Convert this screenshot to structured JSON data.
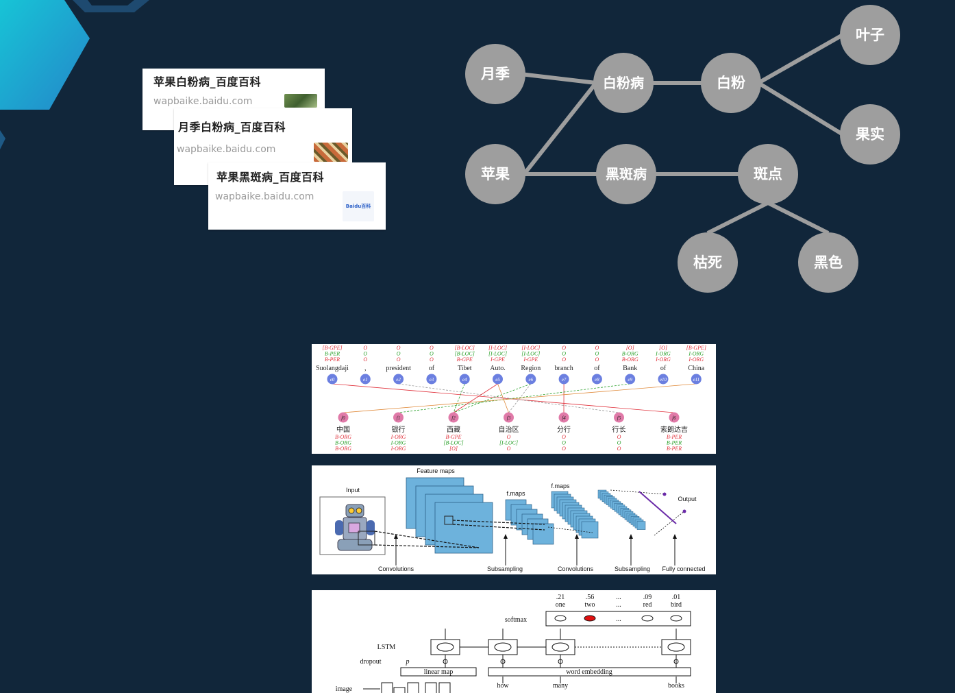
{
  "search_cards": [
    {
      "title": "苹果白粉病_百度百科",
      "url": "wapbaike.baidu.com",
      "thumb": "leaf-photo"
    },
    {
      "title": "月季白粉病_百度百科",
      "url": "wapbaike.baidu.com",
      "thumb": "flower-photo"
    },
    {
      "title": "苹果黑斑病_百度百科",
      "url": "wapbaike.baidu.com",
      "thumb": "baidu-baike-logo",
      "thumb_text": "Baidu百科"
    }
  ],
  "knowledge_graph": {
    "nodes": [
      {
        "id": "yueji",
        "label": "月季"
      },
      {
        "id": "pingguo",
        "label": "苹果"
      },
      {
        "id": "baifenbing",
        "label": "白粉病"
      },
      {
        "id": "heibanbing",
        "label": "黑斑病"
      },
      {
        "id": "baifen",
        "label": "白粉"
      },
      {
        "id": "bandian",
        "label": "斑点"
      },
      {
        "id": "yezi",
        "label": "叶子"
      },
      {
        "id": "guoshi",
        "label": "果实"
      },
      {
        "id": "kusi",
        "label": "枯死"
      },
      {
        "id": "heise",
        "label": "黑色"
      }
    ],
    "edges": [
      [
        "yueji",
        "baifenbing"
      ],
      [
        "pingguo",
        "baifenbing"
      ],
      [
        "pingguo",
        "heibanbing"
      ],
      [
        "baifenbing",
        "baifen"
      ],
      [
        "baifen",
        "yezi"
      ],
      [
        "baifen",
        "guoshi"
      ],
      [
        "heibanbing",
        "bandian"
      ],
      [
        "bandian",
        "kusi"
      ],
      [
        "bandian",
        "heise"
      ]
    ],
    "node_color": "#9e9e9e",
    "edge_color": "#9e9e9e"
  },
  "figure_alignment": {
    "english_tokens": [
      {
        "tags": [
          "[B-GPE]",
          "B-PER",
          "B-PER"
        ],
        "word": "Suolangdaji",
        "id": "e0"
      },
      {
        "tags": [
          "O",
          "O",
          "O"
        ],
        "word": ",",
        "id": "e1"
      },
      {
        "tags": [
          "O",
          "O",
          "O"
        ],
        "word": "president",
        "id": "e2"
      },
      {
        "tags": [
          "O",
          "O",
          "O"
        ],
        "word": "of",
        "id": "e3"
      },
      {
        "tags": [
          "[B-LOC]",
          "[B-LOC]",
          "B-GPE"
        ],
        "word": "Tibet",
        "id": "e4"
      },
      {
        "tags": [
          "[I-LOC]",
          "[I-LOC]",
          "I-GPE"
        ],
        "word": "Auto.",
        "id": "e5"
      },
      {
        "tags": [
          "[I-LOC]",
          "[I-LOC]",
          "I-GPE"
        ],
        "word": "Region",
        "id": "e6"
      },
      {
        "tags": [
          "O",
          "O",
          "O"
        ],
        "word": "branch",
        "id": "e7"
      },
      {
        "tags": [
          "O",
          "O",
          "O"
        ],
        "word": "of",
        "id": "e8"
      },
      {
        "tags": [
          "[O]",
          "B-ORG",
          "B-ORG"
        ],
        "word": "Bank",
        "id": "e9"
      },
      {
        "tags": [
          "[O]",
          "I-ORG",
          "I-ORG"
        ],
        "word": "of",
        "id": "e10"
      },
      {
        "tags": [
          "[B-GPE]",
          "I-ORG",
          "I-ORG"
        ],
        "word": "China",
        "id": "e11"
      }
    ],
    "chinese_tokens": [
      {
        "id": "f0",
        "word": "中国",
        "tags": [
          "B-ORG",
          "B-ORG",
          "B-ORG"
        ]
      },
      {
        "id": "f1",
        "word": "银行",
        "tags": [
          "I-ORG",
          "I-ORG",
          "I-ORG"
        ]
      },
      {
        "id": "f2",
        "word": "西藏",
        "tags": [
          "B-GPE",
          "[B-LOC]",
          "[O]"
        ]
      },
      {
        "id": "f3",
        "word": "自治区",
        "tags": [
          "O",
          "[I-LOC]",
          "O"
        ]
      },
      {
        "id": "f4",
        "word": "分行",
        "tags": [
          "O",
          "O",
          "O"
        ]
      },
      {
        "id": "f5",
        "word": "行长",
        "tags": [
          "O",
          "O",
          "O"
        ]
      },
      {
        "id": "f6",
        "word": "索朗达吉",
        "tags": [
          "B-PER",
          "B-PER",
          "B-PER"
        ]
      }
    ]
  },
  "figure_cnn": {
    "labels": {
      "input": "Input",
      "feature_maps": "Feature maps",
      "fmaps1": "f.maps",
      "fmaps2": "f.maps",
      "output": "Output",
      "convolutions1": "Convolutions",
      "subsampling1": "Subsampling",
      "convolutions2": "Convolutions",
      "subsampling2": "Subsampling",
      "fully_connected": "Fully connected"
    },
    "map_color": "#6db2dc"
  },
  "figure_lstm": {
    "probs": [
      {
        "p": ".21",
        "w": "one"
      },
      {
        "p": ".56",
        "w": "two"
      },
      {
        "p": "...",
        "w": "..."
      },
      {
        "p": ".09",
        "w": "red"
      },
      {
        "p": ".01",
        "w": "bird"
      }
    ],
    "softmax": "softmax",
    "lstm": "LSTM",
    "dropout": "dropout",
    "dropout_p": "p",
    "linear_map": "linear map",
    "word_embedding": "word embedding",
    "image": "image",
    "inputs": [
      "how",
      "many",
      "books"
    ]
  }
}
